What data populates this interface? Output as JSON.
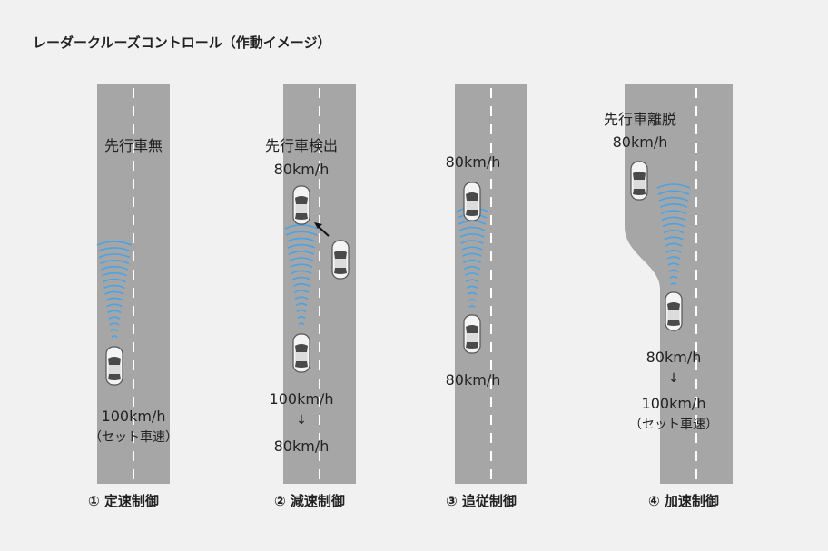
{
  "title": "レーダークルーズコントロール（作動イメージ）",
  "panels": [
    {
      "caption": "① 定速制御",
      "lead_label": "先行車無",
      "speed_label": "100km/h",
      "set_label": "（セット車速）"
    },
    {
      "caption": "② 減速制御",
      "lead_label": "先行車検出",
      "lead_speed": "80km/h",
      "speed_from": "100km/h",
      "arrow": "↓",
      "speed_to": "80km/h"
    },
    {
      "caption": "③ 追従制御",
      "lead_speed": "80km/h",
      "own_speed": "80km/h"
    },
    {
      "caption": "④ 加速制御",
      "lead_label": "先行車離脱",
      "lead_speed": "80km/h",
      "speed_from": "80km/h",
      "arrow": "↓",
      "speed_to": "100km/h",
      "set_label": "（セット車速）"
    }
  ],
  "colors": {
    "background": "#f1f1f1",
    "road": "#a6a6a6",
    "lane_dash": "#ffffff",
    "radar": "#4aa3e6",
    "car_body": "#f4f4f4",
    "car_glass": "#4a4a4a"
  }
}
